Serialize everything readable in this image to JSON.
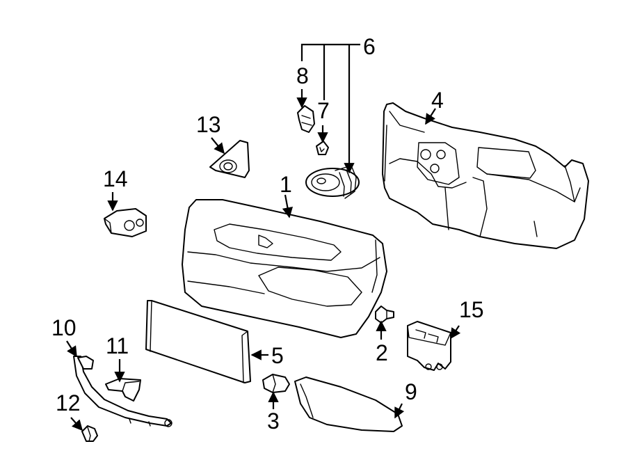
{
  "callouts": [
    {
      "id": "1",
      "text": "1"
    },
    {
      "id": "2",
      "text": "2"
    },
    {
      "id": "3",
      "text": "3"
    },
    {
      "id": "4",
      "text": "4"
    },
    {
      "id": "5",
      "text": "5"
    },
    {
      "id": "6",
      "text": "6"
    },
    {
      "id": "7",
      "text": "7"
    },
    {
      "id": "8",
      "text": "8"
    },
    {
      "id": "9",
      "text": "9"
    },
    {
      "id": "10",
      "text": "10"
    },
    {
      "id": "11",
      "text": "11"
    },
    {
      "id": "12",
      "text": "12"
    },
    {
      "id": "13",
      "text": "13"
    },
    {
      "id": "14",
      "text": "14"
    },
    {
      "id": "15",
      "text": "15"
    }
  ],
  "colors": {
    "line": "#000000",
    "background": "#ffffff",
    "shading": "#d9d9d9"
  }
}
